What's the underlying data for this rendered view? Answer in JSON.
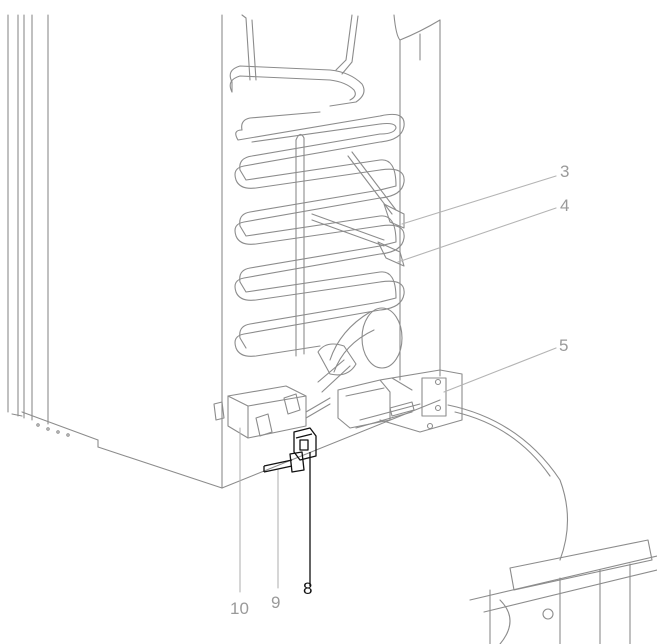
{
  "diagram": {
    "callouts": [
      {
        "id": "3",
        "label": "3",
        "active": false
      },
      {
        "id": "4",
        "label": "4",
        "active": false
      },
      {
        "id": "5",
        "label": "5",
        "active": false
      },
      {
        "id": "8",
        "label": "8",
        "active": true
      },
      {
        "id": "9",
        "label": "9",
        "active": false
      },
      {
        "id": "10",
        "label": "10",
        "active": false
      }
    ],
    "colors": {
      "line": "#8c8c8c",
      "line_light": "#b4b4b4",
      "highlight": "#111111",
      "label_inactive": "#9a9a9a",
      "label_active": "#111111",
      "panel_fill": "#ffffff",
      "shade": "#ededed"
    }
  }
}
